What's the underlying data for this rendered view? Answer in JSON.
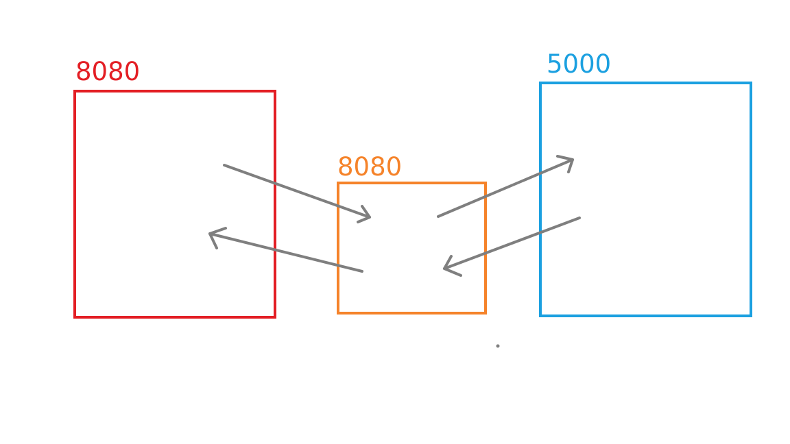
{
  "nodes": [
    {
      "id": "left",
      "label": "8080",
      "color": "#e31e24"
    },
    {
      "id": "middle",
      "label": "8080",
      "color": "#f5832a"
    },
    {
      "id": "right",
      "label": "5000",
      "color": "#1ba0e0"
    }
  ],
  "edges": [
    {
      "from": "left",
      "to": "middle"
    },
    {
      "from": "middle",
      "to": "left"
    },
    {
      "from": "middle",
      "to": "right"
    },
    {
      "from": "right",
      "to": "middle"
    }
  ],
  "colors": {
    "arrow": "#7f7f7f",
    "background": "#ffffff"
  }
}
